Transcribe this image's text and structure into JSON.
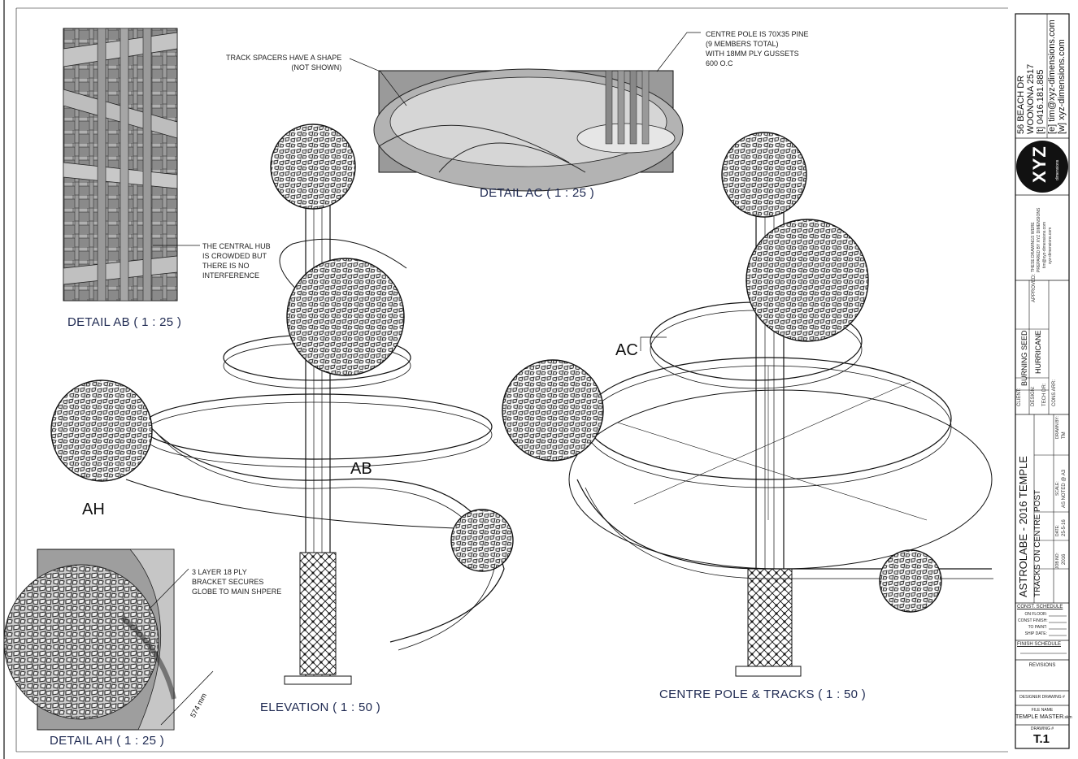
{
  "details": {
    "ab_title": "DETAIL AB ( 1 : 25 )",
    "ac_title": "DETAIL AC ( 1 : 25 )",
    "ah_title": "DETAIL AH ( 1 : 25 )",
    "elevation_title": "ELEVATION ( 1 : 50 )",
    "centre_title": "CENTRE POLE & TRACKS ( 1 : 50 )"
  },
  "notes": {
    "track_spacers": "TRACK SPACERS HAVE A SHAPE\n(NOT SHOWN)",
    "centre_pole": "CENTRE POLE IS 70X35 PINE\n(9 MEMBERS TOTAL)\nWITH 18MM PLY GUSSETS\n600 O.C",
    "central_hub": "THE CENTRAL HUB\nIS CROWDED BUT\nTHERE IS NO\nINTERFERENCE",
    "bracket": "3 LAYER 18 PLY\nBRACKET SECURES\nGLOBE TO MAIN SHPERE"
  },
  "markers": {
    "ab": "AB",
    "ac": "AC",
    "ah": "AH"
  },
  "dimension": {
    "value": "574 mm"
  },
  "title_block": {
    "address_line1": "56 BEACH DR",
    "address_line2": "WOONONA 2517",
    "phone": "[t] 0416.181.885",
    "email": "[e] tim@xyz-dimensions.com",
    "web": "[w] xyz-dimensions.com",
    "logo_letters": "XYZ",
    "logo_sub": "dimensions",
    "prepared_line1": "THESE DRAWINGS WERE",
    "prepared_line2": "PREPARED BY XYZ DIMENSIONS",
    "prepared_line3": "tim@xyz-dimensions.com",
    "prepared_line4": "xyz-dimensions.com",
    "approved_label": "APPROVED:",
    "client_label": "CLIENT:",
    "client_value": "BURNING SEED",
    "design_label": "DESIGN:",
    "design_value": "HURRICANE",
    "tech_label": "TECH DR:",
    "cons_label": "CONS ARR:",
    "project": "ASTROLABE - 2016 TEMPLE",
    "sheet_title": "TRACKS ON CENTRE POST",
    "drawn_label": "DRAWN BY:",
    "drawn_value": "TM",
    "scale_label": "SCALE:",
    "scale_value": "AS NOTED @ A3",
    "date_label": "DATE:",
    "date_value": "25-5-16",
    "jobno_label": "JOB NO:",
    "jobno_value": "2016",
    "const_schedule": "CONST. SCHEDULE",
    "on_floor": "ON FLOOR:",
    "const_finish": "CONST FINISH:",
    "to_paint": "TO PAINT:",
    "ship_date": "SHIP DATE:",
    "finish_schedule": "FINISH SCHEDULE",
    "revisions": "REVISIONS",
    "designer_drawing": "DESIGNER DRAWING #",
    "file_name_label": "FILE NAME",
    "file_name_value": "TEMPLE MASTER",
    "file_ext": ".skm",
    "drawing_no_label": "DRAWING #",
    "drawing_no_value": "T.1"
  },
  "colors": {
    "label_blue": "#1f2a52",
    "line": "#111111",
    "render_grey": "#7a7a7a"
  }
}
